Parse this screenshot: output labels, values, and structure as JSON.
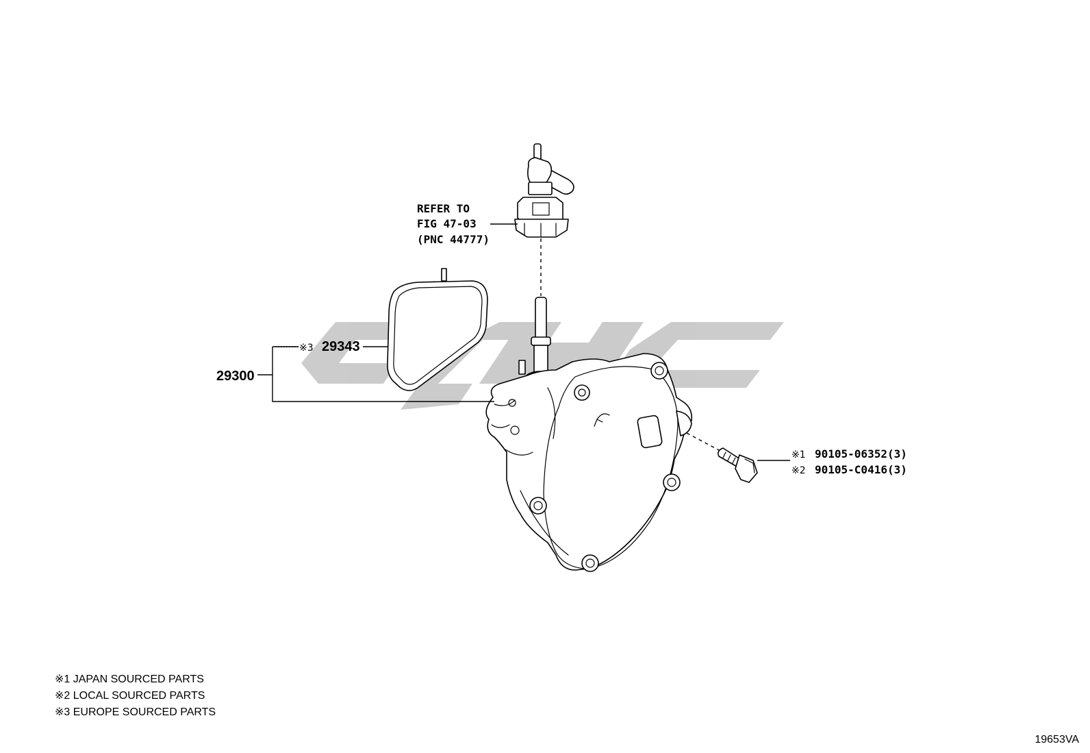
{
  "callout_refer": {
    "line1": "REFER TO",
    "line2": "FIG 47-03",
    "line3": "(PNC 44777)"
  },
  "parts": {
    "assembly": "29300",
    "gasket_mark": "※3",
    "gasket": "29343",
    "bolt_1_mark": "※1",
    "bolt_1": "90105-06352(3)",
    "bolt_2_mark": "※2",
    "bolt_2": "90105-C0416(3)"
  },
  "legend": [
    "※1 JAPAN SOURCED PARTS",
    "※2 LOCAL SOURCED PARTS",
    "※3 EUROPE SOURCED PARTS"
  ],
  "diagram_id": "19653VA",
  "colors": {
    "line": "#000000",
    "watermark": "#c9c9c9",
    "background": "#ffffff"
  }
}
